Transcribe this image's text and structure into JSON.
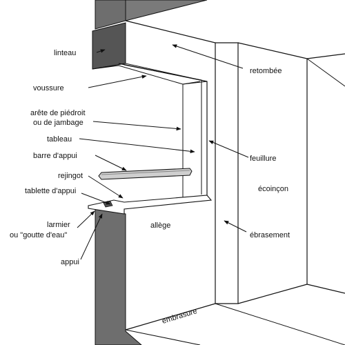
{
  "colors": {
    "wall_cut": "#6e6e6e",
    "lintel": "#555555",
    "line": "#111111",
    "background": "#ffffff"
  },
  "labels": {
    "linteau": "linteau",
    "voussure": "voussure",
    "arete1": "arête de piédroit",
    "arete2": "ou de jambage",
    "tableau": "tableau",
    "barre": "barre d'appui",
    "rejingot": "rejingot",
    "tablette": "tablette d'appui",
    "larmier1": "larmier",
    "larmier2": "ou \"goutte d'eau\"",
    "appui": "appui",
    "retombee": "retombée",
    "feuillure": "feuillure",
    "ecoincon": "écoinçon",
    "allege": "allège",
    "ebrasement": "ébrasement",
    "embrasure": "embrasure"
  }
}
